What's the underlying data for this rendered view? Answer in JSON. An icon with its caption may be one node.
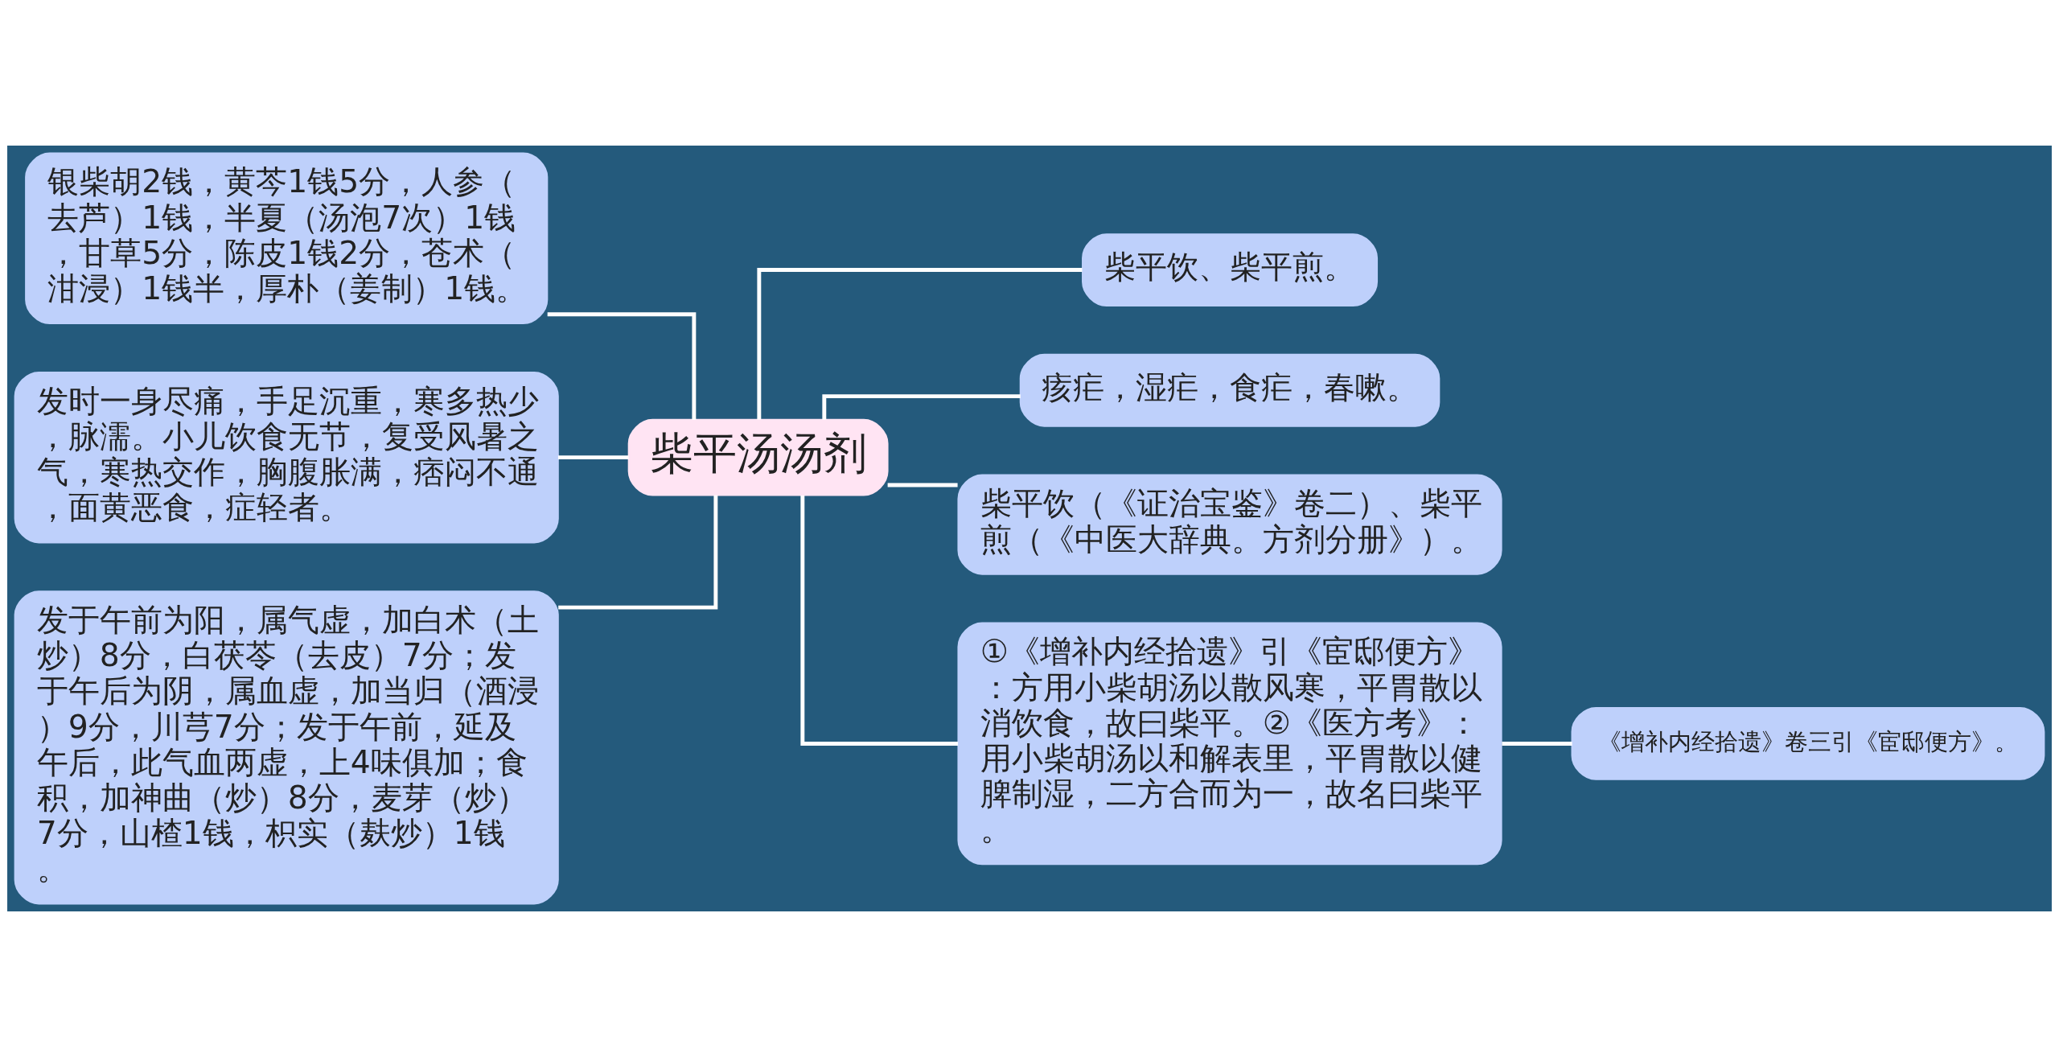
{
  "diagram": {
    "nodes": [
      {
        "text": [
          "柴平汤汤剂"
        ]
      },
      {
        "text": [
          "银柴胡2钱，黄芩1钱5分，人参（去芦）1钱，半夏（汤泡7次）1钱，甘草5分，陈皮1钱2分，苍术（泔浸）1钱半，厚朴（姜制）1钱。"
        ]
      },
      {
        "text": [
          "发时一身尽痛，手足沉重，寒多热少，脉濡。小儿饮食无节，复受风暑之气，寒热交作，胸腹胀满，痞闷不通，面黄恶食，症轻者。"
        ]
      },
      {
        "text": [
          "发于午前为阳，属气虚，加白术（土炒）8分，白茯苓（去皮）7分；发于午后为阴，属血虚，加当归（酒浸）9分，川芎7分；发于午前，延及午后，此气血两虚，上4味俱加；食积，加神曲（炒）8分，麦芽（炒）7分，山楂1钱，枳实（麸炒）1钱。"
        ]
      },
      {
        "text": [
          "柴平饮、柴平煎。"
        ]
      },
      {
        "text": [
          "痎疟，湿疟，食疟，春嗽。"
        ]
      },
      {
        "text": [
          "柴平饮（《证治宝鉴》卷二）、柴平煎（《中医大辞典。方剂分册》）。"
        ]
      },
      {
        "text": [
          "①《增补内经拾遗》引《宦邸便方》：方用小柴胡汤以散风寒，平胃散以消饮食，故曰柴平。②《医方考》：用小柴胡汤以和解表里，平胃散以健脾制湿，二方合而为一，故名曰柴平。"
        ]
      },
      {
        "text": [
          "《增补内经拾遗》卷三引《宦邸便方》。"
        ]
      }
    ],
    "edges": [
      {
        "from": 0,
        "to": 1,
        "arrow": "none"
      },
      {
        "from": 0,
        "to": 2,
        "arrow": "none"
      },
      {
        "from": 0,
        "to": 3,
        "arrow": "none"
      },
      {
        "from": 0,
        "to": 4,
        "arrow": "none"
      },
      {
        "from": 0,
        "to": 5,
        "arrow": "none"
      },
      {
        "from": 0,
        "to": 6,
        "arrow": "none"
      },
      {
        "from": 0,
        "to": 7,
        "arrow": "none"
      },
      {
        "from": 7,
        "to": 8,
        "arrow": "none"
      }
    ]
  }
}
